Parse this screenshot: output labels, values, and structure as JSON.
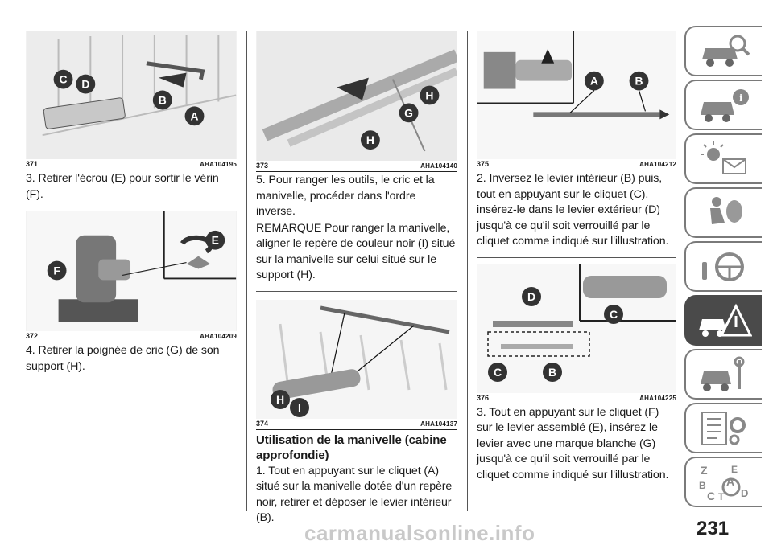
{
  "figures": {
    "f371": {
      "num": "371",
      "code": "AHA104195",
      "labels": [
        "C",
        "D",
        "B",
        "A"
      ]
    },
    "f372": {
      "num": "372",
      "code": "AHA104209",
      "labels": [
        "F",
        "E"
      ]
    },
    "f373": {
      "num": "373",
      "code": "AHA104140",
      "labels": [
        "H",
        "G",
        "H"
      ]
    },
    "f374": {
      "num": "374",
      "code": "AHA104137",
      "labels": [
        "H",
        "I"
      ]
    },
    "f375": {
      "num": "375",
      "code": "AHA104212",
      "labels": [
        "A",
        "B"
      ]
    },
    "f376": {
      "num": "376",
      "code": "AHA104225",
      "labels": [
        "D",
        "C",
        "C",
        "B"
      ]
    }
  },
  "col1": {
    "step3": "3. Retirer l'écrou (E) pour sortir le vérin (F).",
    "step4": "4. Retirer la poignée de cric (G) de son support (H)."
  },
  "col2": {
    "step5": "5. Pour ranger les outils, le cric et la manivelle, procéder dans l'ordre inverse.",
    "remark": "REMARQUE Pour ranger la manivelle, aligner le repère de couleur noir (I) situé sur la manivelle sur celui situé sur le support (H).",
    "heading": "Utilisation de la manivelle (cabine approfondie)",
    "step1": "1. Tout en appuyant sur le cliquet (A) situé sur la manivelle dotée d'un repère noir, retirer et déposer le levier intérieur (B)."
  },
  "col3": {
    "step2": "2. Inversez le levier intérieur (B) puis, tout en appuyant sur le cliquet (C), insérez-le dans le levier extérieur (D) jusqu'à ce qu'il soit verrouillé par le cliquet comme indiqué sur l'illustration.",
    "step3": "3. Tout en appuyant sur le cliquet (F) sur le levier assemblé (E), insérez le levier avec une marque blanche (G) jusqu'à ce qu'il soit verrouillé par le cliquet comme indiqué sur l'illustration."
  },
  "sidebar": {
    "tabs": [
      {
        "icon": "car-magnifier-icon",
        "active": false
      },
      {
        "icon": "car-info-icon",
        "active": false
      },
      {
        "icon": "light-message-icon",
        "active": false
      },
      {
        "icon": "seat-airbag-icon",
        "active": false
      },
      {
        "icon": "steering-key-icon",
        "active": false
      },
      {
        "icon": "car-warning-triangle-icon",
        "active": true
      },
      {
        "icon": "car-wrench-icon",
        "active": false
      },
      {
        "icon": "settings-list-icon",
        "active": false
      },
      {
        "icon": "alphabet-index-icon",
        "active": false
      }
    ],
    "index_letters": [
      "Z",
      "E",
      "A",
      "B",
      "C",
      "T",
      "D"
    ]
  },
  "page_number": "231",
  "watermark": "carmanualsonline.info"
}
